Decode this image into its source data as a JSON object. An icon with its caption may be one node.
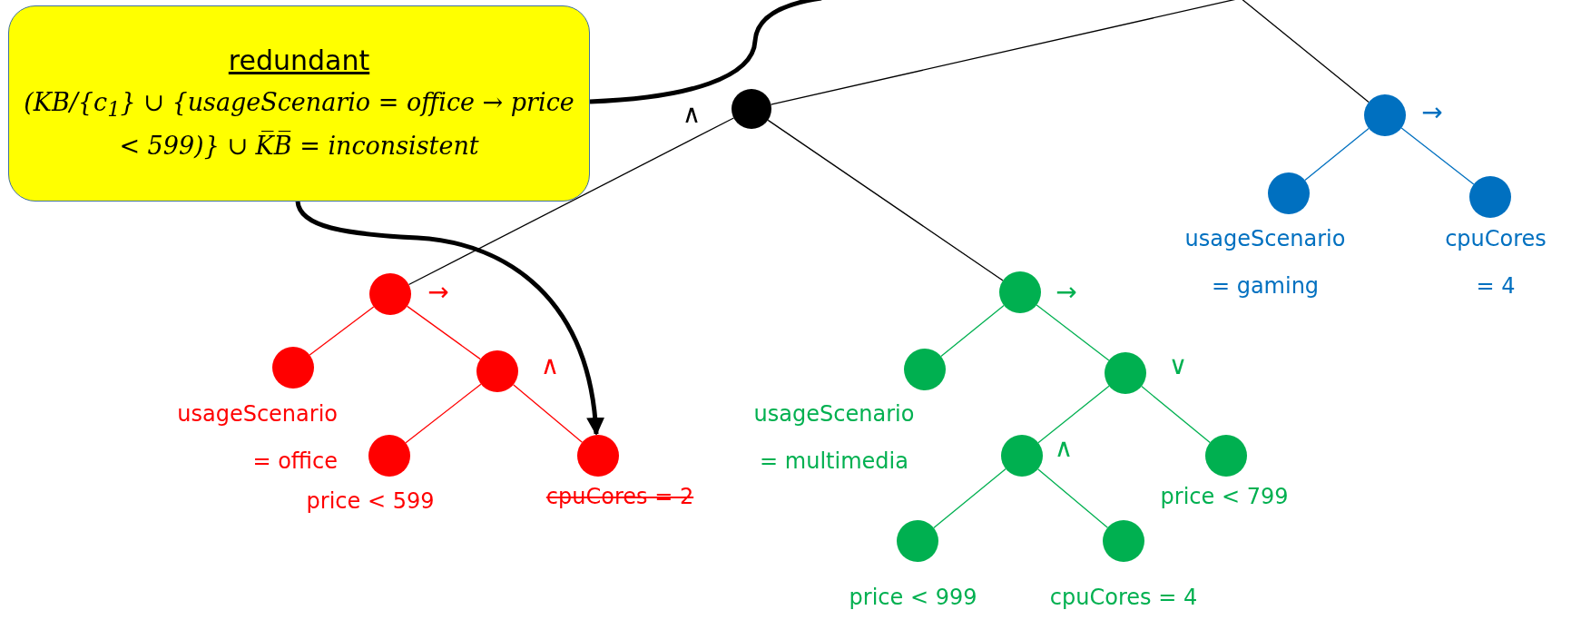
{
  "diagram": {
    "nodes": [
      {
        "text": [
          "redundant",
          "(KB/{c$_{1}$} ∪ {usageScenario = office → price < 599)} ∪ K̅B̅ = inconsistent"
        ]
      },
      {
        "text": [],
        "shape": "circle",
        "beside": [
          "∧"
        ]
      },
      {
        "text": [],
        "shape": "circle",
        "beside": [
          "→"
        ]
      },
      {
        "text": [
          "usageScenario = office"
        ]
      },
      {
        "text": [],
        "shape": "circle",
        "beside": [
          "∧"
        ]
      },
      {
        "text": [
          "price < 599"
        ]
      },
      {
        "text": [
          "cpuCores = 2"
        ]
      },
      {
        "text": [],
        "shape": "circle",
        "beside": [
          "→"
        ]
      },
      {
        "text": [
          "usageScenario = multimedia"
        ]
      },
      {
        "text": [],
        "shape": "circle",
        "beside": [
          "∨"
        ]
      },
      {
        "text": [],
        "shape": "circle",
        "beside": [
          "∧"
        ]
      },
      {
        "text": [
          "price < 799"
        ]
      },
      {
        "text": [
          "price < 999"
        ]
      },
      {
        "text": [
          "cpuCores = 4"
        ]
      },
      {
        "text": [],
        "shape": "circle",
        "beside": [
          "→"
        ]
      },
      {
        "text": [
          "usageScenario = gaming"
        ]
      },
      {
        "text": [
          "cpuCores = 4"
        ]
      }
    ],
    "edges": [
      {
        "from": null,
        "to": 1,
        "arrow": "none"
      },
      {
        "from": null,
        "to": 14,
        "arrow": "none"
      },
      {
        "from": 1,
        "to": 2,
        "arrow": "none"
      },
      {
        "from": 1,
        "to": 7,
        "arrow": "none"
      },
      {
        "from": 2,
        "to": 3,
        "arrow": "none",
        "color": "#ff0000"
      },
      {
        "from": 2,
        "to": 4,
        "arrow": "none",
        "color": "#ff0000"
      },
      {
        "from": 4,
        "to": 5,
        "arrow": "none",
        "color": "#ff0000"
      },
      {
        "from": 4,
        "to": 6,
        "arrow": "none",
        "color": "#ff0000"
      },
      {
        "from": 7,
        "to": 8,
        "arrow": "none",
        "color": "#00b050"
      },
      {
        "from": 7,
        "to": 9,
        "arrow": "none",
        "color": "#00b050"
      },
      {
        "from": 9,
        "to": 10,
        "arrow": "none",
        "color": "#00b050"
      },
      {
        "from": 9,
        "to": 11,
        "arrow": "none",
        "color": "#00b050"
      },
      {
        "from": 10,
        "to": 12,
        "arrow": "none",
        "color": "#00b050"
      },
      {
        "from": 10,
        "to": 13,
        "arrow": "none",
        "color": "#00b050"
      },
      {
        "from": 14,
        "to": 15,
        "arrow": "none",
        "color": "#0070c0"
      },
      {
        "from": 14,
        "to": 16,
        "arrow": "none",
        "color": "#0070c0"
      },
      {
        "from": 0,
        "to": null,
        "arrow": "none",
        "style": "thick"
      },
      {
        "from": 0,
        "to": 6,
        "arrow": "to",
        "style": "thick"
      }
    ]
  }
}
